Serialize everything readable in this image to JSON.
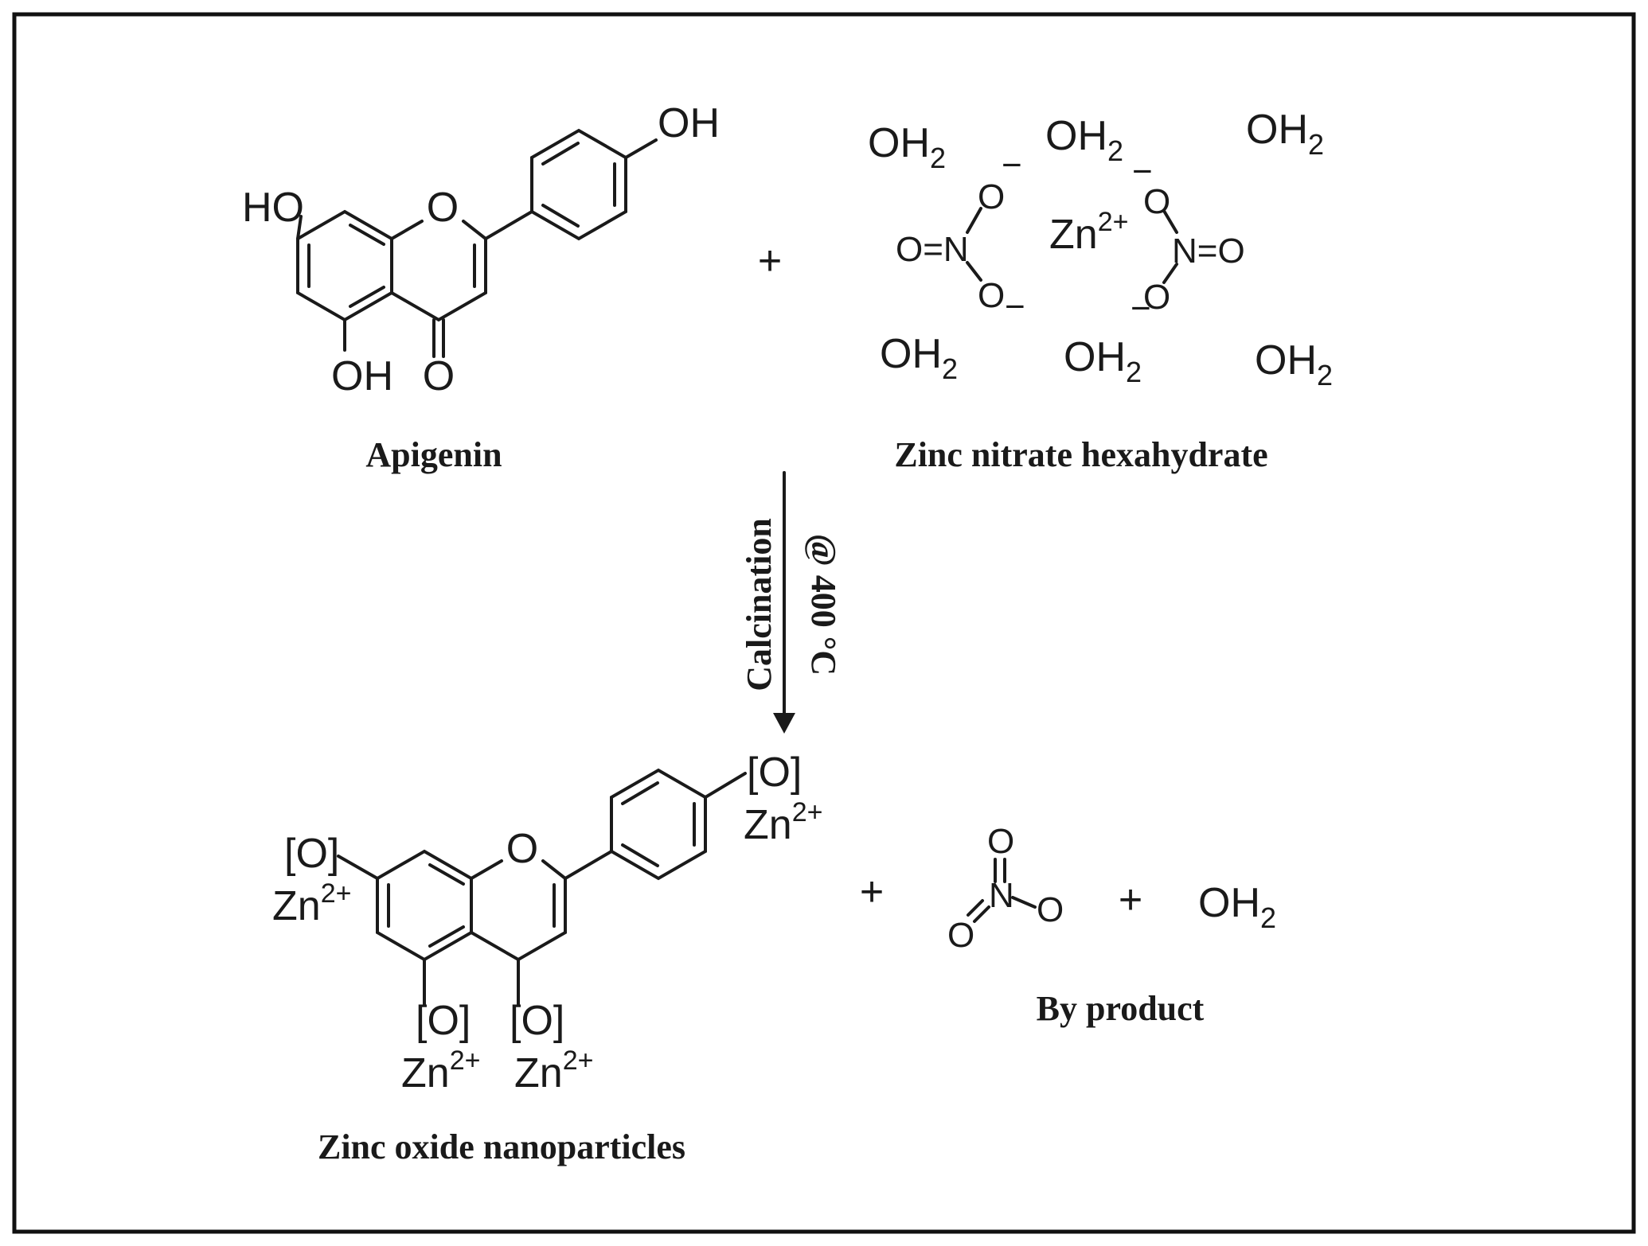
{
  "reactants": {
    "apigenin": {
      "caption": "Apigenin",
      "labels": {
        "ho_left": "HO",
        "oh_top": "OH",
        "oh_bottom": "OH",
        "ring_o": "O",
        "carbonyl_o": "O"
      }
    },
    "plus": "+",
    "zinc_nitrate": {
      "caption": "Zinc nitrate hexahydrate",
      "water": "OH",
      "water_sub": "2",
      "zn": "Zn",
      "zn_charge": "2+",
      "o": "O",
      "n": "N",
      "minus": "−",
      "o_double_n": "O=N",
      "n_double_o": "N=O"
    }
  },
  "reaction": {
    "condition_1": "Calcination",
    "condition_2": "@ 400 °C"
  },
  "products": {
    "zno": {
      "caption": "Zinc oxide nanoparticles",
      "oxide": "[O]",
      "zn": "Zn",
      "zn_charge": "2+",
      "ring_o": "O"
    },
    "plus": "+",
    "byproduct": {
      "caption": "By product",
      "o": "O",
      "n": "N",
      "water": "OH",
      "water_sub": "2"
    }
  }
}
